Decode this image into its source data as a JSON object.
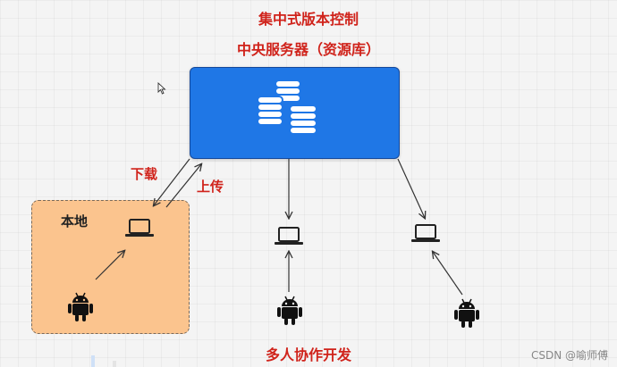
{
  "diagram": {
    "title": "集中式版本控制",
    "server_label": "中央服务器（资源库）",
    "local_label": "本地",
    "download_label": "下载",
    "upload_label": "上传",
    "collab_label": "多人协作开发"
  },
  "watermark": "CSDN @喻师傅",
  "colors": {
    "title_red": "#d0231b",
    "server_blue": "#1f77e6",
    "local_orange": "#fbc48e"
  },
  "icons": [
    "database-icon",
    "laptop-icon",
    "android-icon",
    "cursor-icon"
  ]
}
